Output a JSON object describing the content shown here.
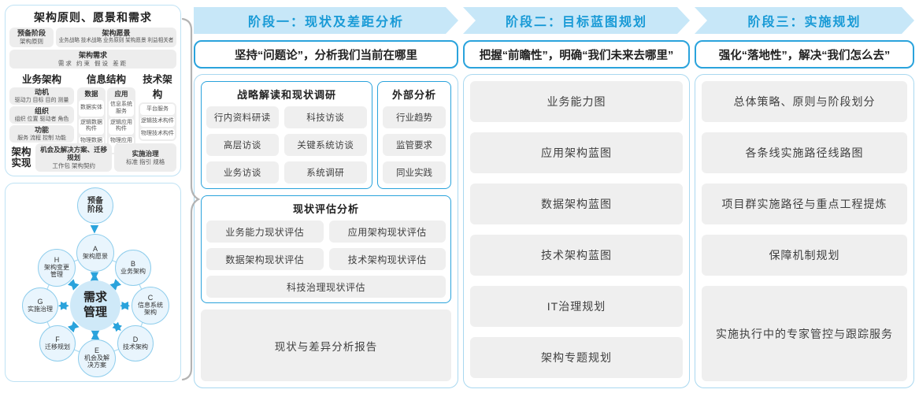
{
  "colors": {
    "accent_blue": "#189ad6",
    "band_bg": "#c7e7f8",
    "panel_border": "#a9d8f0",
    "sub_panel_border": "#2aa3dc",
    "gray_box": "#efefef",
    "circle_fill": "#e9f5fd",
    "circle_border": "#8ecdec",
    "center_circle_fill": "#cfe9f8"
  },
  "left": {
    "principles": {
      "title": "架构原则、愿景和需求",
      "prep": {
        "title": "预备阶段",
        "sub": "架构原则"
      },
      "vision": {
        "title": "架构愿景",
        "sub": "业务战略 技术战略 业务原则 架构愿景 利益相关者"
      },
      "requirements": {
        "title": "架构需求",
        "sub": "需求  约束  假设  差距"
      },
      "business": {
        "title": "业务架构",
        "groups": [
          {
            "title": "动机",
            "sub": "驱动力 目标 目的 测量"
          },
          {
            "title": "组织",
            "sub": "组织 位置 驱动者 角色"
          },
          {
            "title": "功能",
            "sub": "服务 流程 控制 功能"
          }
        ]
      },
      "information": {
        "title": "信息结构",
        "data_col": {
          "title": "数据",
          "items": [
            "数据实体",
            "逻辑数据构件",
            "物理数据构件"
          ]
        },
        "app_col": {
          "title": "应用",
          "items": [
            "信息系统服务",
            "逻辑应用构件",
            "物理应用构件"
          ]
        }
      },
      "technology": {
        "title": "技术架构",
        "items": [
          "平台服务",
          "逻辑技术构件",
          "物理技术构件"
        ]
      },
      "realization": {
        "label": "架构实现",
        "box1": {
          "title": "机会及解决方案、迁移规划",
          "sub": "工作包  架构契约"
        },
        "box2": {
          "title": "实施治理",
          "sub": "标准  指引  规格"
        }
      }
    },
    "adm": {
      "prep": "预备阶段",
      "center": "需求管理",
      "nodes": [
        {
          "letter": "A",
          "label": "架构愿景"
        },
        {
          "letter": "B",
          "label": "业务架构"
        },
        {
          "letter": "C",
          "label": "信息系统架构"
        },
        {
          "letter": "D",
          "label": "技术架构"
        },
        {
          "letter": "E",
          "label": "机会及解决方案"
        },
        {
          "letter": "F",
          "label": "迁移规划"
        },
        {
          "letter": "G",
          "label": "实施治理"
        },
        {
          "letter": "H",
          "label": "架构变更管理"
        }
      ]
    }
  },
  "phases": [
    {
      "header": "阶段一：现状及差距分析",
      "subtitle": "坚持“问题论”，分析我们当前在哪里",
      "strategy": {
        "title": "战略解读和现状调研",
        "items": [
          "行内资料研读",
          "科技访谈",
          "高层访谈",
          "关键系统访谈",
          "业务访谈",
          "系统调研"
        ]
      },
      "external": {
        "title": "外部分析",
        "items": [
          "行业趋势",
          "监管要求",
          "同业实践"
        ]
      },
      "assessment": {
        "title": "现状评估分析",
        "items": [
          "业务能力现状评估",
          "应用架构现状评估",
          "数据架构现状评估",
          "技术架构现状评估"
        ],
        "full_item": "科技治理现状评估"
      },
      "report": "现状与差异分析报告"
    },
    {
      "header": "阶段二：目标蓝图规划",
      "subtitle": "把握“前瞻性”，明确“我们未来去哪里”",
      "items": [
        "业务能力图",
        "应用架构蓝图",
        "数据架构蓝图",
        "技术架构蓝图",
        "IT治理规划",
        "架构专题规划"
      ]
    },
    {
      "header": "阶段三：实施规划",
      "subtitle": "强化“落地性”，解决“我们怎么去”",
      "items": [
        "总体策略、原则与阶段划分",
        "各条线实施路径线路图",
        "项目群实施路径与重点工程提炼",
        "保障机制规划"
      ],
      "tall_item": "实施执行中的专家管控与跟踪服务"
    }
  ]
}
